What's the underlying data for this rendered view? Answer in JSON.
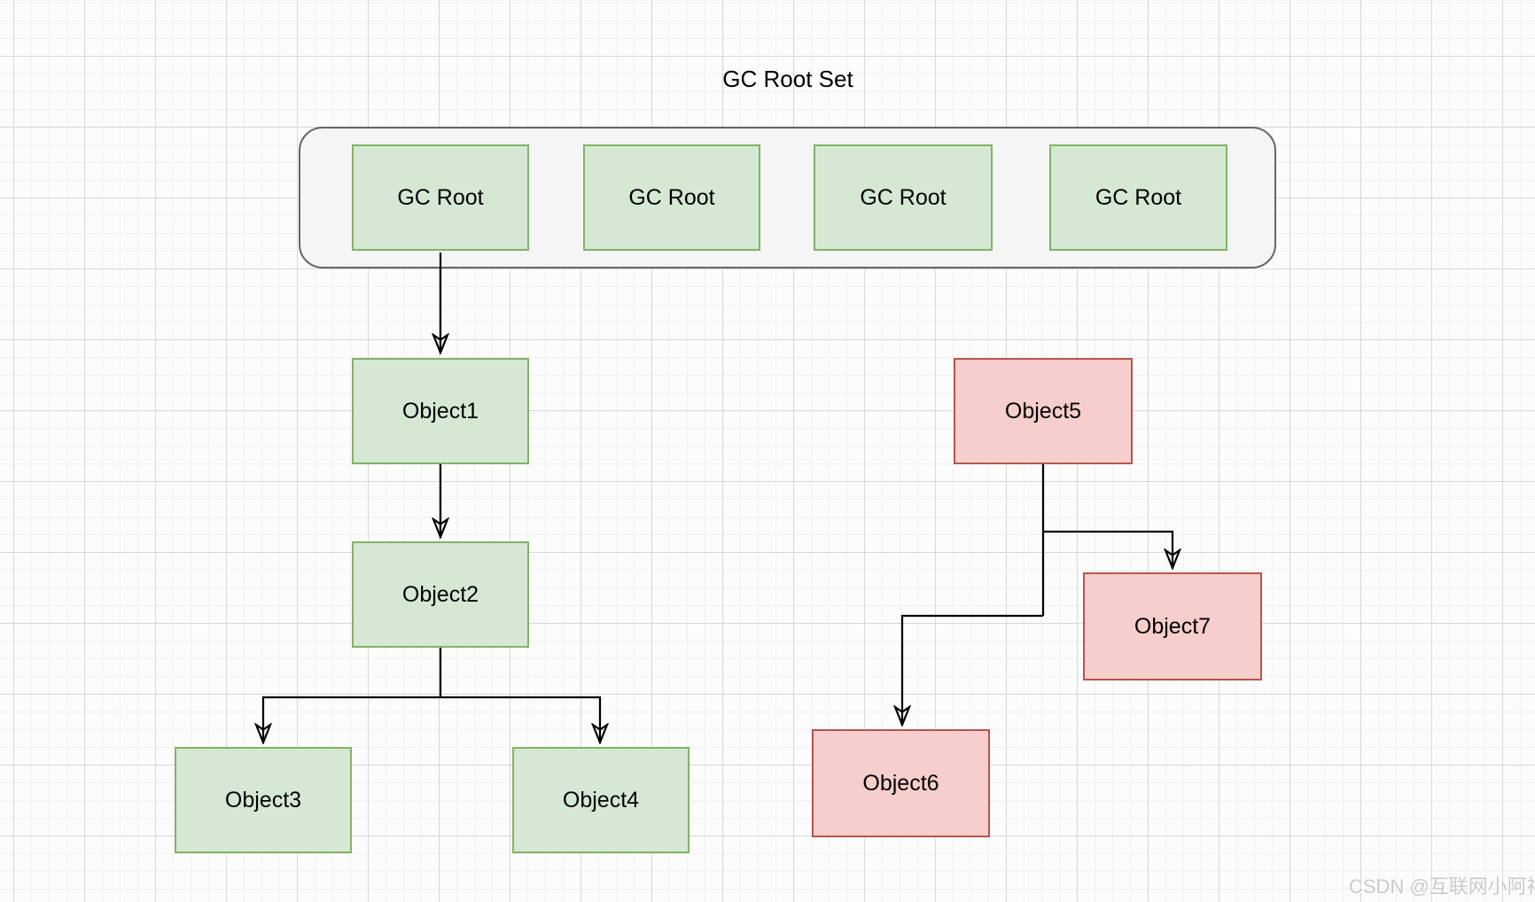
{
  "title": "GC Root Set",
  "watermark": "CSDN @互联网小阿祥",
  "colors": {
    "canvas_bg": "#fcfcfc",
    "grid_minor": "#f2f0f1",
    "grid_major": "#d9d7d8",
    "container_fill": "#f5f5f5",
    "container_stroke": "#666666",
    "reachable_fill": "#d5e8d4",
    "reachable_stroke": "#82b366",
    "unreachable_fill": "#f6cecb",
    "unreachable_stroke": "#b85450",
    "edge_stroke": "#000000",
    "text": "#000000",
    "watermark_text": "#ccc9c9"
  },
  "gc_root_set": {
    "roots": [
      {
        "label": "GC Root"
      },
      {
        "label": "GC Root"
      },
      {
        "label": "GC Root"
      },
      {
        "label": "GC Root"
      }
    ]
  },
  "nodes": {
    "object1": {
      "label": "Object1",
      "color": "green"
    },
    "object2": {
      "label": "Object2",
      "color": "green"
    },
    "object3": {
      "label": "Object3",
      "color": "green"
    },
    "object4": {
      "label": "Object4",
      "color": "green"
    },
    "object5": {
      "label": "Object5",
      "color": "pink"
    },
    "object6": {
      "label": "Object6",
      "color": "pink"
    },
    "object7": {
      "label": "Object7",
      "color": "pink"
    }
  },
  "edges": [
    {
      "from": "gc-root-1",
      "to": "object1"
    },
    {
      "from": "object1",
      "to": "object2"
    },
    {
      "from": "object2",
      "to": "object3"
    },
    {
      "from": "object2",
      "to": "object4"
    },
    {
      "from": "object5",
      "to": "object7"
    },
    {
      "from": "object5",
      "to": "object6"
    }
  ]
}
